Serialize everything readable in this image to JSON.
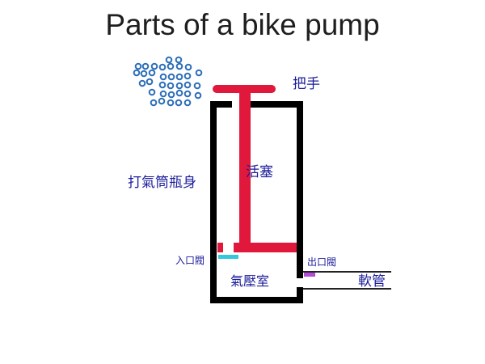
{
  "title": "Parts of a bike pump",
  "labels": {
    "handle": "把手",
    "piston": "活塞",
    "barrel": "打氣筒瓶身",
    "inlet_valve": "入口閥",
    "outlet_valve": "出口閥",
    "chamber": "氣壓室",
    "hose": "軟管"
  },
  "colors": {
    "body": "#000000",
    "piston": "#e0183c",
    "inlet_valve": "#33c8dc",
    "outlet_valve": "#b04cd8",
    "air": "#2a6db8",
    "label": "#1c1c9c"
  }
}
